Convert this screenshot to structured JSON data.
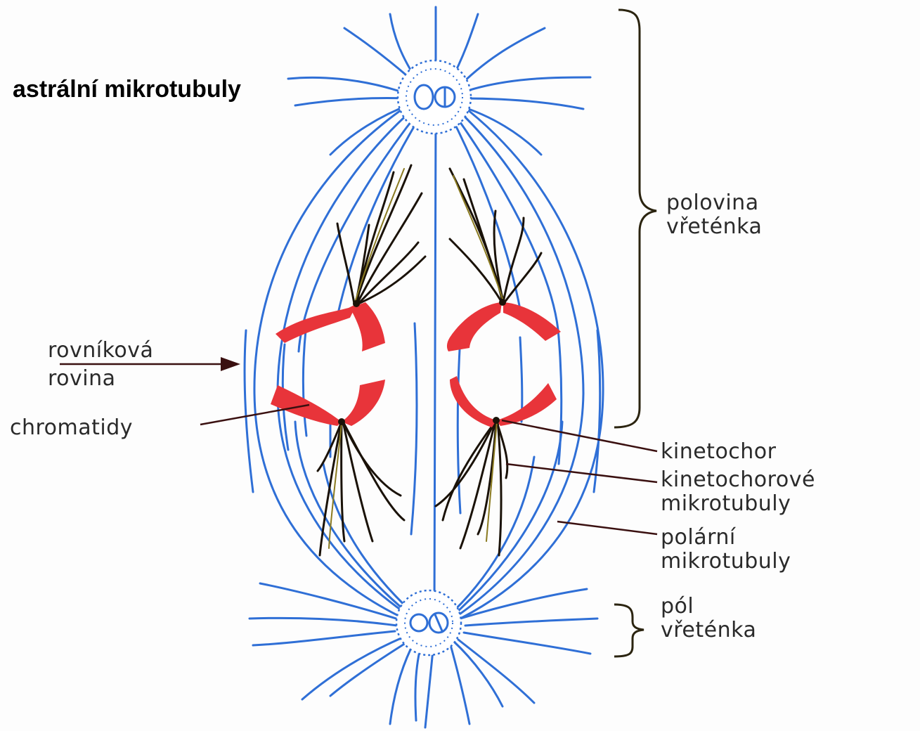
{
  "title": "astrální mikrotubuly",
  "labels": {
    "half_spindle": [
      "polovina",
      "vřeténka"
    ],
    "equatorial_plane": [
      "rovníková",
      "rovina"
    ],
    "chromatids": "chromatidy",
    "kinetochore": "kinetochor",
    "kinetochore_mt": [
      "kinetochorové",
      "mikrotubuly"
    ],
    "polar_mt": [
      "polární",
      "mikrotubuly"
    ],
    "spindle_pole": [
      "pól",
      "vřeténka"
    ]
  },
  "colors": {
    "microtubule_blue": "#2f6fd6",
    "kinetochore_black": "#1a1208",
    "chromatid_red": "#e8343a",
    "label_text": "#2a2a2a"
  }
}
